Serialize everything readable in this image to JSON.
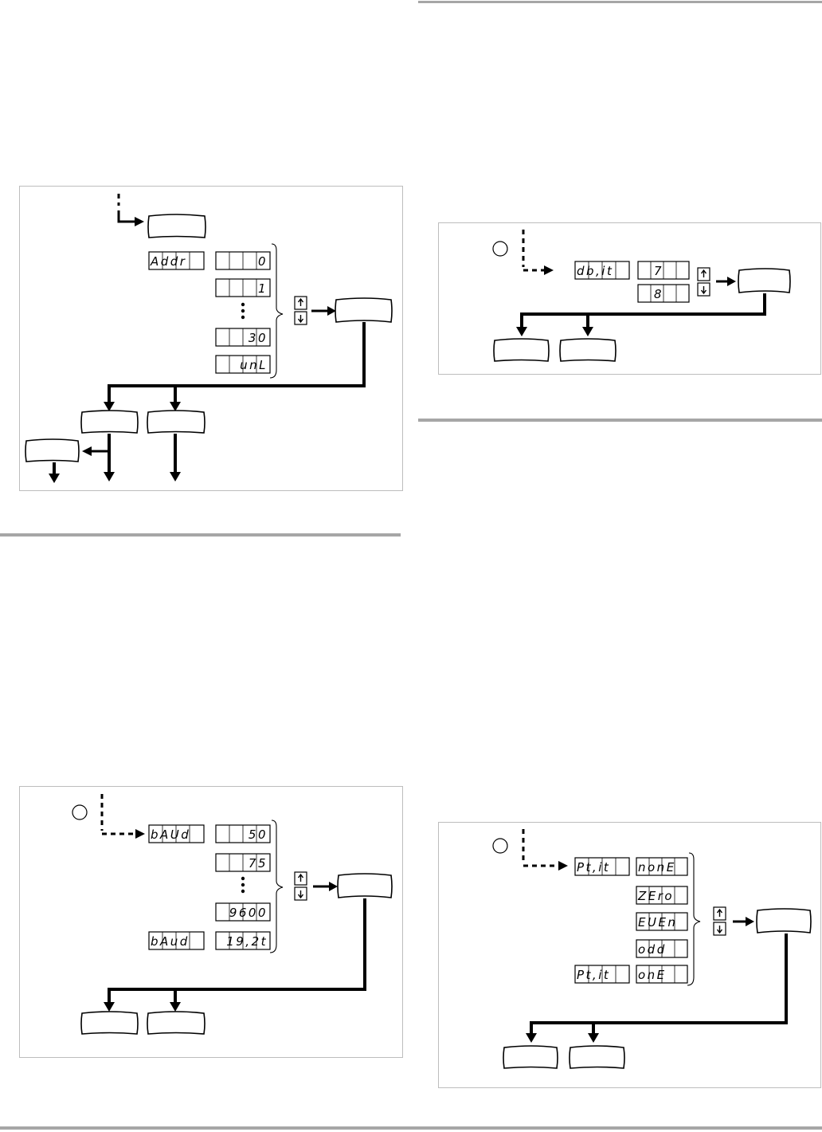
{
  "address": {
    "label_display": "Addr",
    "values": [
      "0",
      "1",
      "30",
      "unL"
    ]
  },
  "baud": {
    "label_display": "bAUd",
    "label_display_alt": "bAud",
    "values": [
      "50",
      "75",
      "9600",
      "19,2t"
    ]
  },
  "data_bits": {
    "label_display": "db,it",
    "values": [
      "7",
      "8"
    ]
  },
  "parity": {
    "label_display": "Pt,it",
    "values": [
      "nonE",
      "ZEro",
      "EUEn",
      "odd",
      "onE"
    ]
  },
  "colors": {
    "ink": "#000000",
    "rule": "#a6a6a6",
    "panel_border": "#bdbdbd"
  },
  "icons": {
    "updown": "up-down-arrow-keys-icon",
    "step": "step-circle-icon"
  }
}
